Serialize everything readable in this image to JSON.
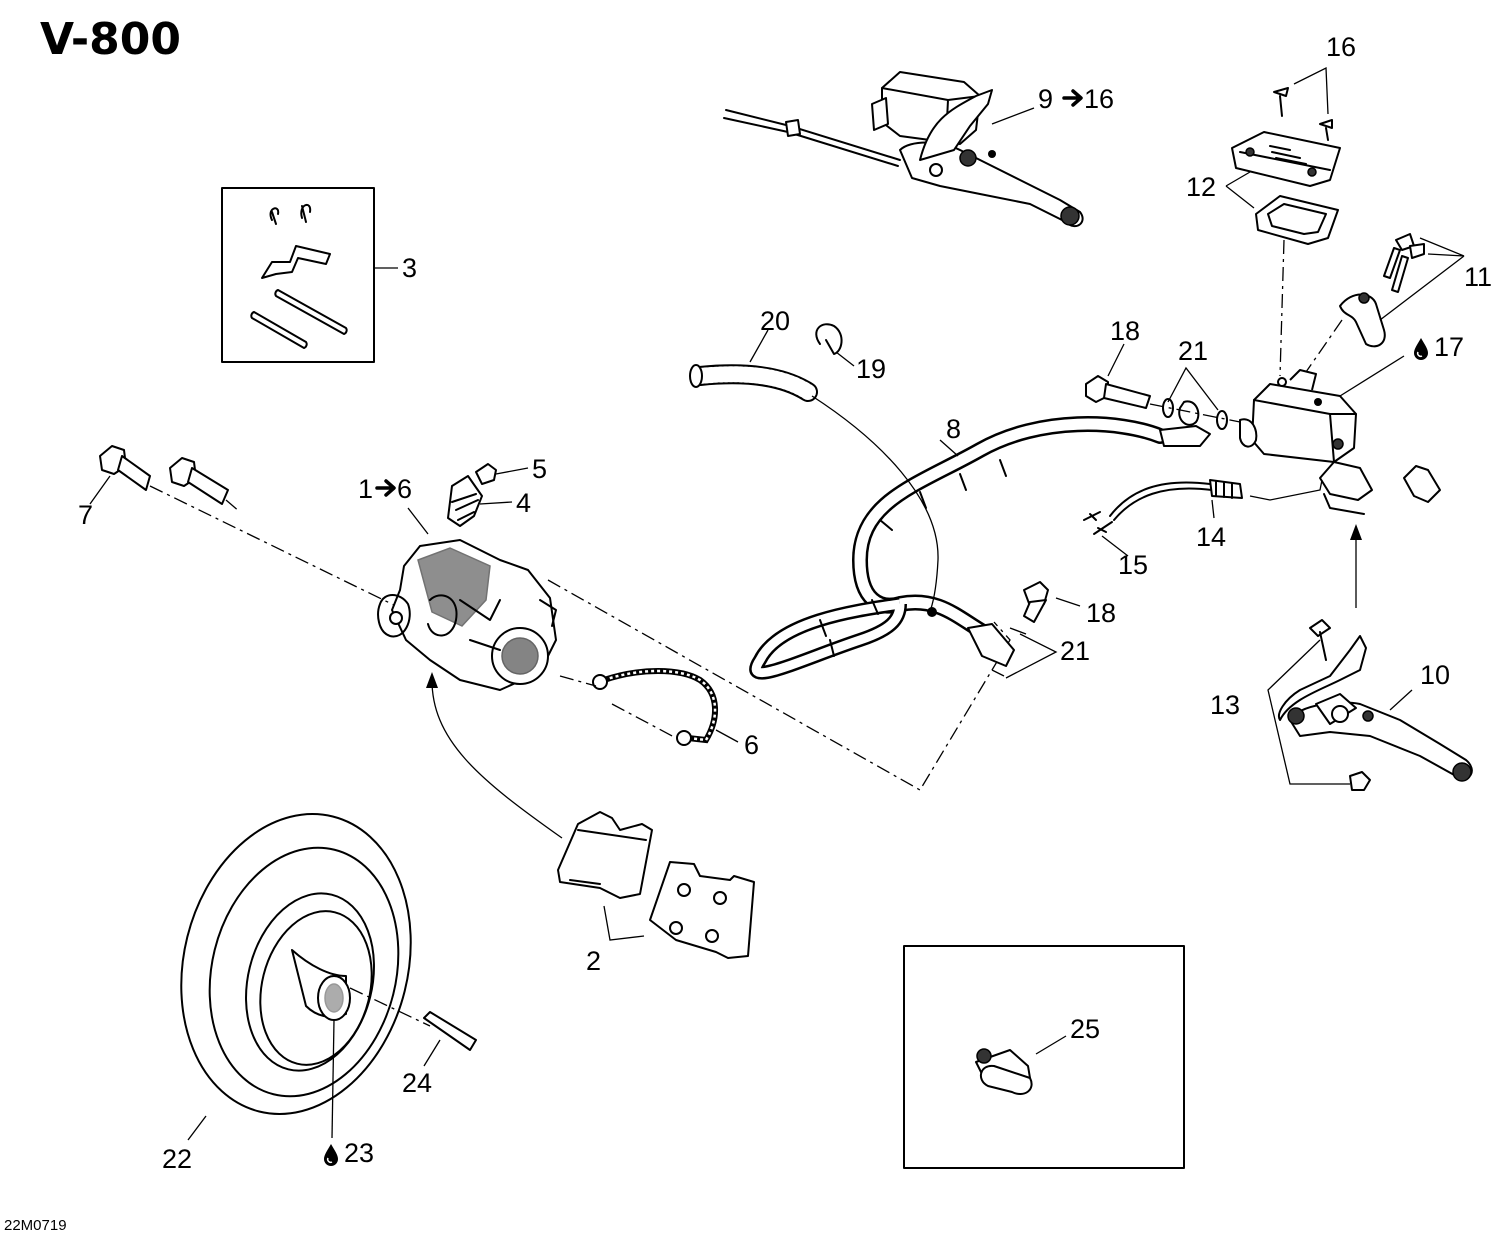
{
  "title": "V-800",
  "drawing_code": "22M0719",
  "callouts": {
    "c1": "1",
    "c1_to": "6",
    "c2": "2",
    "c3": "3",
    "c4": "4",
    "c5": "5",
    "c6": "6",
    "c7": "7",
    "c8": "8",
    "c9": "9",
    "c9_to": "16",
    "c10": "10",
    "c11": "11",
    "c12": "12",
    "c13": "13",
    "c14": "14",
    "c15": "15",
    "c16": "16",
    "c17": "17",
    "c18a": "18",
    "c18b": "18",
    "c19": "19",
    "c20": "20",
    "c21a": "21",
    "c21b": "21",
    "c22": "22",
    "c23": "23",
    "c24": "24",
    "c25": "25"
  },
  "icons": {
    "range_arrow": "right-arrow-icon",
    "lubricant": "oil-drop-icon"
  }
}
